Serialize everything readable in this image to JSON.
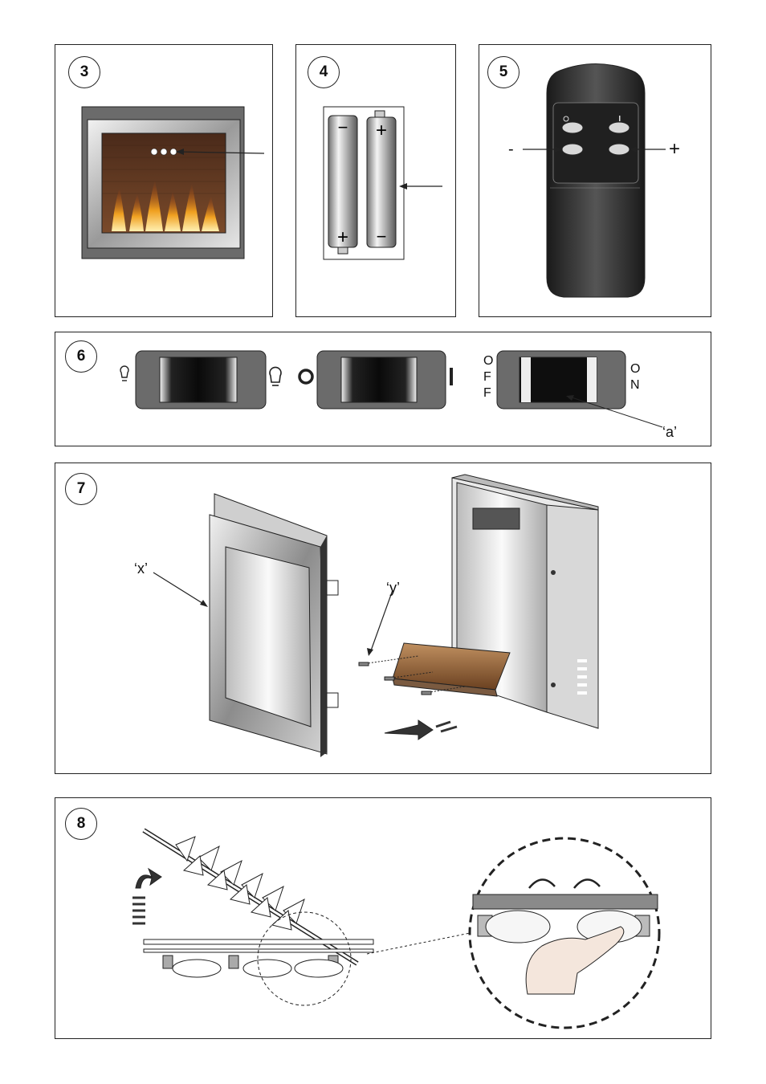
{
  "panels": {
    "p3": {
      "number": "3"
    },
    "p4": {
      "number": "4"
    },
    "p5": {
      "number": "5",
      "minus_label": "-",
      "plus_label": "+"
    },
    "p6": {
      "number": "6",
      "off_label": "OFF",
      "on_label": "ON",
      "callout_a": "‘a’"
    },
    "p7": {
      "number": "7",
      "callout_x": "‘x’",
      "callout_y": "‘y’"
    },
    "p8": {
      "number": "8"
    }
  },
  "colors": {
    "stroke": "#222222",
    "frame_gray": "#6b6b6b",
    "remote_dark": "#2a2a2a",
    "flame": "#e58a1f",
    "brick": "#5a3420"
  }
}
